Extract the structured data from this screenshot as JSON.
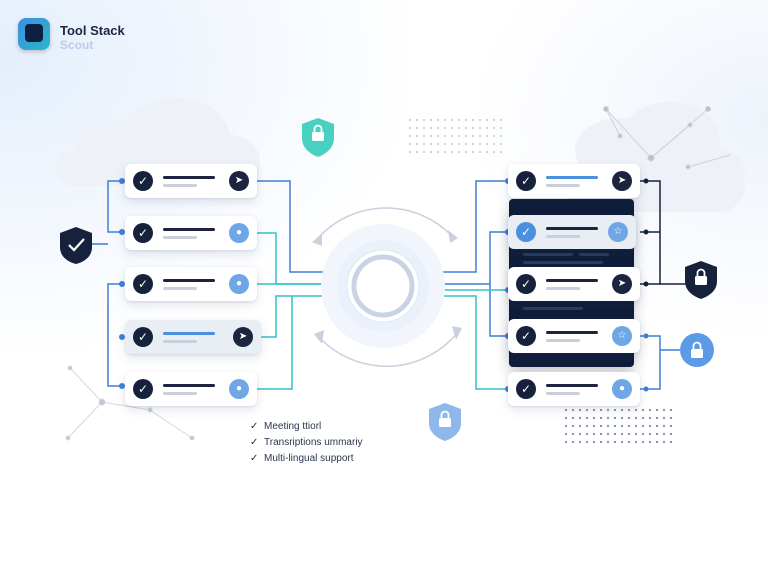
{
  "brand": {
    "title": "Tool Stack",
    "subtitle": "Scout"
  },
  "colors": {
    "navy": "#16223c",
    "blue_connector": "#3f7fd9",
    "teal_connector": "#2ec4c9",
    "accent_blue": "#4a8fe0",
    "teal_shield": "#49d0c1"
  },
  "left_cards": [
    {
      "left_icon": "check-icon",
      "right_icon": "send-icon",
      "right_style": "dark",
      "style": "plain"
    },
    {
      "left_icon": "check-icon",
      "right_icon": "user-icon",
      "right_style": "blue",
      "style": "plain"
    },
    {
      "left_icon": "check-icon",
      "right_icon": "user-icon",
      "right_style": "blue",
      "style": "plain"
    },
    {
      "left_icon": "check-icon",
      "right_icon": "send-icon",
      "right_style": "dark",
      "style": "alt"
    },
    {
      "left_icon": "check-icon",
      "right_icon": "user-icon",
      "right_style": "blue",
      "style": "plain"
    }
  ],
  "right_cards": [
    {
      "left_icon": "check-icon",
      "right_icon": "send-icon",
      "right_style": "dark",
      "style": "plain"
    },
    {
      "left_icon": "check-icon",
      "right_icon": "star-icon",
      "right_style": "blue",
      "style": "alt"
    },
    {
      "left_icon": "check-icon",
      "right_icon": "send-icon",
      "right_style": "dark",
      "style": "plain"
    },
    {
      "left_icon": "check-icon",
      "right_icon": "star-icon",
      "right_style": "blue",
      "style": "plain"
    },
    {
      "left_icon": "check-icon",
      "right_icon": "user-icon",
      "right_style": "blue",
      "style": "plain"
    }
  ],
  "features": [
    {
      "check": "✓",
      "label": "Meeting ttiorl"
    },
    {
      "check": "✓",
      "label": "Transriptions ummariy"
    },
    {
      "check": "✓",
      "label": "Multi-lingual support"
    }
  ]
}
